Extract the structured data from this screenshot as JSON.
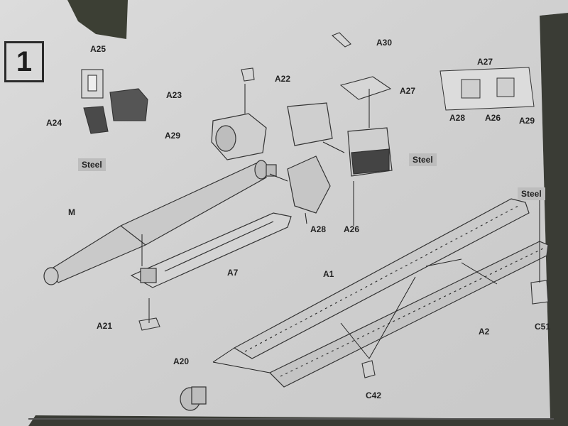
{
  "step_number": "1",
  "labels": {
    "a25": "A25",
    "a23": "A23",
    "a24": "A24",
    "steel1": "Steel",
    "a22": "A22",
    "a29": "A29",
    "a30": "A30",
    "a27": "A27",
    "steel2": "Steel",
    "a27b": "A27",
    "a28b": "A28",
    "a26b": "A26",
    "a29b": "A29",
    "m": "M",
    "a28": "A28",
    "a26": "A26",
    "steel3": "Steel",
    "a7": "A7",
    "a1": "A1",
    "a21": "A21",
    "a2": "A2",
    "c51": "C51",
    "a20": "A20",
    "c42": "C42"
  },
  "colors": {
    "paper": "#d4d4d4",
    "ink": "#2a2a2a",
    "steel_bg": "#bdbdbd",
    "background": "#3a3c35"
  }
}
